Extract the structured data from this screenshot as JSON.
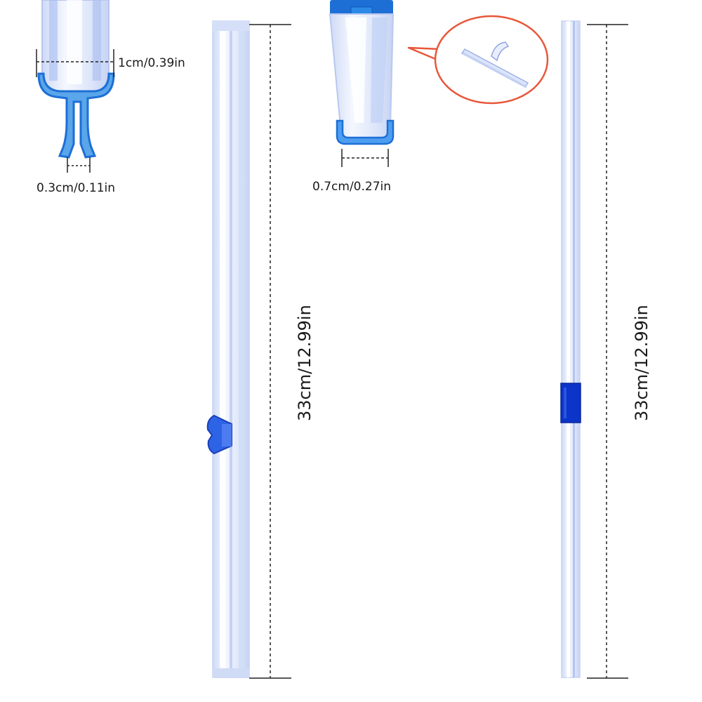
{
  "colors": {
    "accent_blue": "#1d6fd6",
    "dark_blue": "#0b35c9",
    "clear_plastic": "#e8eefb",
    "callout_red": "#e8573a",
    "dimension_line": "#222222"
  },
  "dimensions": {
    "top_width": "1cm/0.39in",
    "slot_gap": "0.3cm/0.11in",
    "channel_width": "0.7cm/0.27in",
    "cutter_length": "33cm/12.99in",
    "rail_length": "33cm/12.99in"
  }
}
